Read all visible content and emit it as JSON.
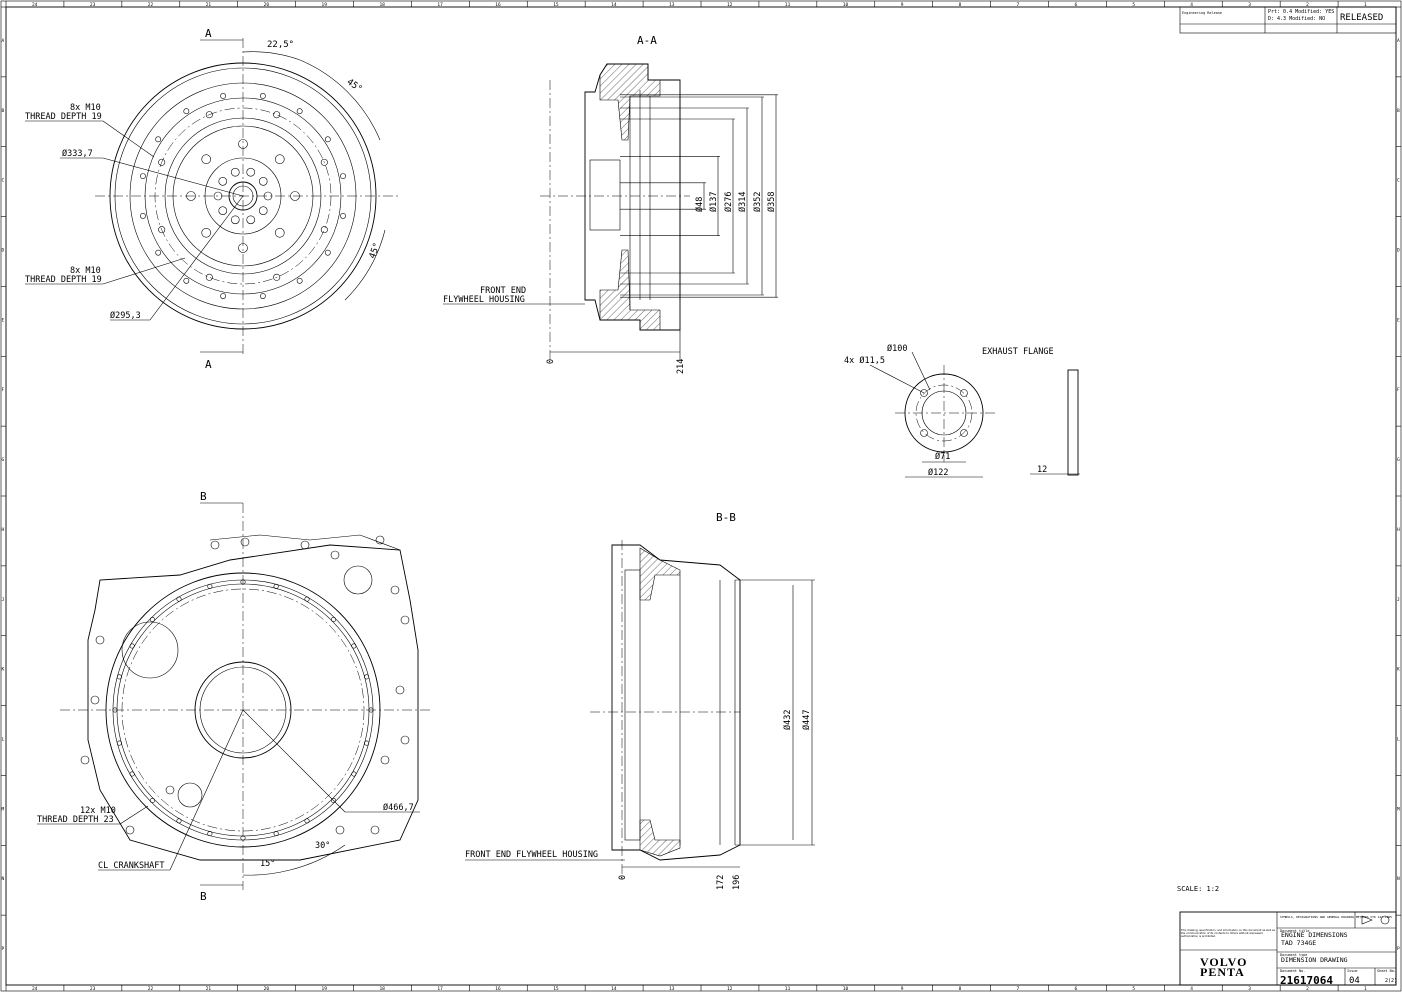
{
  "frame": {
    "top_numbers": [
      "24",
      "23",
      "22",
      "21",
      "20",
      "19",
      "18",
      "17",
      "16",
      "15",
      "14",
      "13",
      "12",
      "11",
      "10",
      "9",
      "8",
      "7",
      "6",
      "5",
      "4",
      "3",
      "2",
      "1"
    ],
    "side_letters": [
      "A",
      "B",
      "C",
      "D",
      "E",
      "F",
      "G",
      "H",
      "J",
      "K",
      "L",
      "M",
      "N",
      "P"
    ]
  },
  "views": {
    "front": {
      "section_mark": "A",
      "angle_top": "22,5°",
      "angle_right_top": "45°",
      "angle_right_bottom": "45°",
      "thread_top_line1": "8x M10",
      "thread_top_line2": "THREAD DEPTH 19",
      "dia_outer": "Ø333,7",
      "thread_bot_line1": "8x M10",
      "thread_bot_line2": "THREAD DEPTH 19",
      "dia_inner": "Ø295,3"
    },
    "section_aa": {
      "title": "A-A",
      "note_line1": "FRONT END",
      "note_line2": "FLYWHEEL HOUSING",
      "dims": [
        "Ø48",
        "Ø137",
        "Ø276",
        "Ø314",
        "Ø352",
        "Ø358"
      ],
      "zero": "0",
      "depth": "214"
    },
    "exhaust": {
      "title": "EXHAUST FLANGE",
      "dia_bolt": "Ø100",
      "holes": "4x Ø11,5",
      "dia_bore": "Ø71",
      "dia_outer": "Ø122",
      "thickness": "12"
    },
    "housing": {
      "section_mark": "B",
      "thread_line1": "12x M10",
      "thread_line2": "THREAD DEPTH 23",
      "crank": "CL CRANKSHAFT",
      "dia": "Ø466,7",
      "angle_a": "15°",
      "angle_b": "30°"
    },
    "section_bb": {
      "title": "B-B",
      "note": "FRONT END FLYWHEEL HOUSING",
      "dims": [
        "Ø432",
        "Ø447"
      ],
      "zero": "0",
      "depth_a": "172",
      "depth_b": "196"
    }
  },
  "scale": "SCALE: 1:2",
  "title_block": {
    "top_left_heading": "Engineering Release",
    "top_rev1": "Prt: 0.4 Modified: YES",
    "top_rev2": "D: 4.3 Modified: NO",
    "status": "RELEASED",
    "doc_title_label": "Document title",
    "doc_title_1": "ENGINE DIMENSIONS",
    "doc_title_2": "TAD 734GE",
    "doc_type_label": "Document type",
    "doc_type": "DIMENSION DRAWING",
    "symbols_note": "SYMBOLS, DESIGNATIONS AND GENERAL DRAWING METHODS STD 141-1005",
    "doc_no_label": "Document No.",
    "doc_no": "21617064",
    "issue_label": "Issue",
    "issue": "04",
    "sheet_label": "Sheet No.",
    "sheet": "2(2)",
    "logo_line1": "VOLVO",
    "logo_line2": "PENTA",
    "legal": "This drawing, specification, and information on this document as well as the communication of its contents to others without expressed authorization is prohibited."
  }
}
